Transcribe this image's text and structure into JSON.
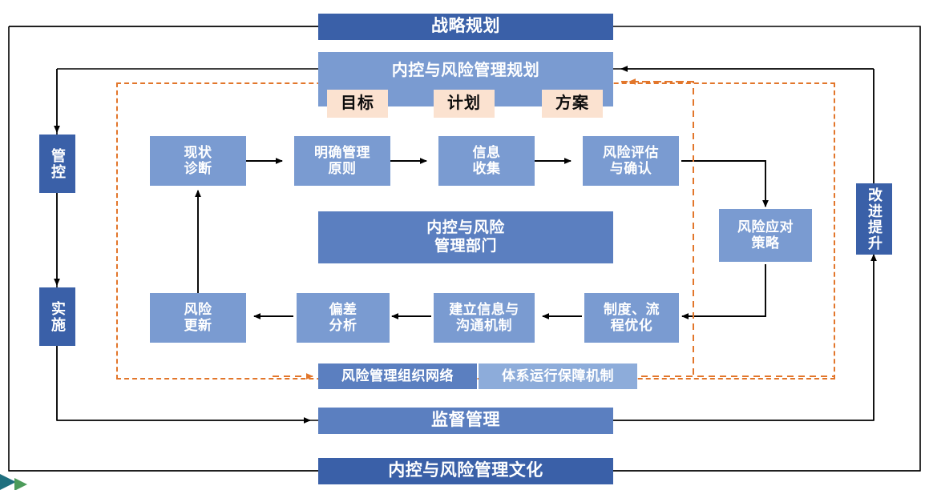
{
  "diagram": {
    "title_top": "战略规划",
    "planning": {
      "title": "内控与风险管理规划",
      "tags": [
        "目标",
        "计划",
        "方案"
      ]
    },
    "left_column": [
      {
        "label": "管控"
      },
      {
        "label": "实施"
      }
    ],
    "right_column": [
      {
        "label": "改进提升"
      }
    ],
    "process_top": [
      {
        "label_line1": "现状",
        "label_line2": "诊断"
      },
      {
        "label_line1": "明确管理",
        "label_line2": "原则"
      },
      {
        "label_line1": "信息",
        "label_line2": "收集"
      },
      {
        "label_line1": "风险评估",
        "label_line2": "与确认"
      }
    ],
    "process_right": {
      "label_line1": "风险应对",
      "label_line2": "策略"
    },
    "process_bottom": [
      {
        "label_line1": "风险",
        "label_line2": "更新"
      },
      {
        "label_line1": "偏差",
        "label_line2": "分析"
      },
      {
        "label_line1": "建立信息与",
        "label_line2": "沟通机制"
      },
      {
        "label_line1": "制度、流",
        "label_line2": "程优化"
      }
    ],
    "department": {
      "label_line1": "内控与风险",
      "label_line2": "管理部门"
    },
    "support_bar": [
      {
        "label": "风险管理组织网络"
      },
      {
        "label": "体系运行保障机制"
      }
    ],
    "supervision_bar": "监督管理",
    "culture_bar": "内控与风险管理文化",
    "colors": {
      "bar_dark": "#3A60A8",
      "bar_mid": "#4C72B8",
      "bar_med": "#5B7FC0",
      "bar_lite": "#7A9BD1",
      "bar_pale": "#8DACDA",
      "tag_fill": "#FBE2D0",
      "dashed_border": "#E2762B",
      "connector": "#000000",
      "logo_teal": "#1F6F7E",
      "logo_green": "#4C9B5A"
    }
  }
}
